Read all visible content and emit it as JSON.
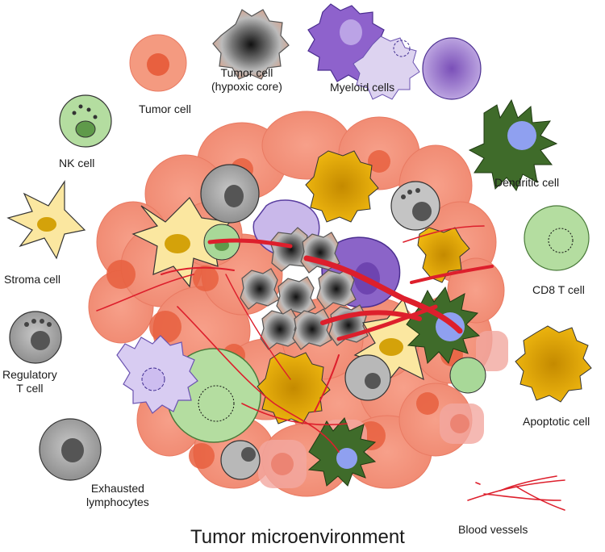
{
  "title": "Tumor microenvironment",
  "labels": {
    "tumor_cell": "Tumor cell",
    "tumor_cell_hypoxic_1": "Tumor cell",
    "tumor_cell_hypoxic_2": "(hypoxic core)",
    "myeloid_cells": "Myeloid cells",
    "nk_cell": "NK cell",
    "dendritic_cell": "Dendritic cell",
    "stroma_cell": "Stroma cell",
    "cd8_t_cell": "CD8 T cell",
    "regulatory_t_cell_1": "Regulatory",
    "regulatory_t_cell_2": "T cell",
    "apoptotic_cell": "Apoptotic cell",
    "exhausted_lymphocytes_1": "Exhausted",
    "exhausted_lymphocytes_2": "lymphocytes",
    "blood_vessels": "Blood vessels"
  },
  "colors": {
    "tumor": "#f4907a",
    "tumor_nucleus": "#e8603f",
    "hypoxic": "#d9a088",
    "hypoxic_core": "#333333",
    "myeloid": "#a98fd0",
    "myeloid_light": "#ddd3f0",
    "nk": "#a8d898",
    "nk_nucleus": "#5f9a4a",
    "dendritic": "#3f6b2a",
    "dendritic_nucleus": "#8fa0f0",
    "stroma": "#fbe7a0",
    "stroma_nucleus": "#d4a20a",
    "cd8": "#b4dda0",
    "regulatory": "#9a9a9a",
    "apoptotic": "#e0a400",
    "vessel": "#dd1f2c"
  }
}
